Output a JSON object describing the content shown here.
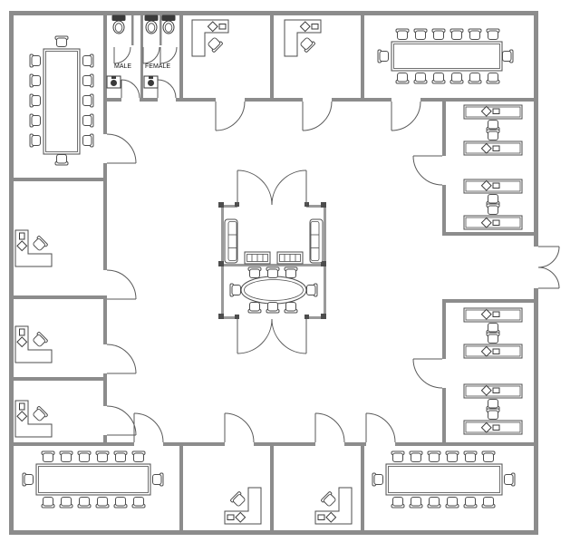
{
  "labels": {
    "male_restroom": "MALE",
    "female_restroom": "FEMALE"
  },
  "colors": {
    "wall": "#8c8c8c",
    "inner_wall": "#9a9a9a",
    "furniture_outline": "#4d4d4d",
    "fixture": "#3a3a3a",
    "background": "#ffffff"
  },
  "rooms": [
    {
      "name": "conference-room-top-left",
      "contents": "long table, 12 chairs"
    },
    {
      "name": "restroom-male",
      "contents": "toilet stall, sink"
    },
    {
      "name": "restroom-female",
      "contents": "2 toilet stalls, sink"
    },
    {
      "name": "office-top-a",
      "contents": "L-desk, computer, chair"
    },
    {
      "name": "office-top-b",
      "contents": "L-desk, computer, chair"
    },
    {
      "name": "conference-room-top-right",
      "contents": "long table, 14 chairs"
    },
    {
      "name": "workstation-room-right-upper",
      "contents": "2 double workstations"
    },
    {
      "name": "entrance-vestibule",
      "contents": "double entry door"
    },
    {
      "name": "workstation-room-right-lower",
      "contents": "2 double workstations"
    },
    {
      "name": "office-left-1",
      "contents": "L-desk, computer, chair"
    },
    {
      "name": "office-left-2",
      "contents": "L-desk, computer, chair"
    },
    {
      "name": "office-left-3",
      "contents": "L-desk, computer, chair"
    },
    {
      "name": "conference-room-bottom-left",
      "contents": "long table, 14 chairs"
    },
    {
      "name": "office-bottom-c",
      "contents": "L-desk, computer, chair"
    },
    {
      "name": "office-bottom-d",
      "contents": "L-desk, computer, chair"
    },
    {
      "name": "conference-room-bottom-right",
      "contents": "long table, 14 chairs"
    },
    {
      "name": "lounge-center",
      "contents": "2 sofas, 2 coffee tables"
    },
    {
      "name": "meeting-room-center",
      "contents": "oval table, 8 chairs"
    }
  ]
}
